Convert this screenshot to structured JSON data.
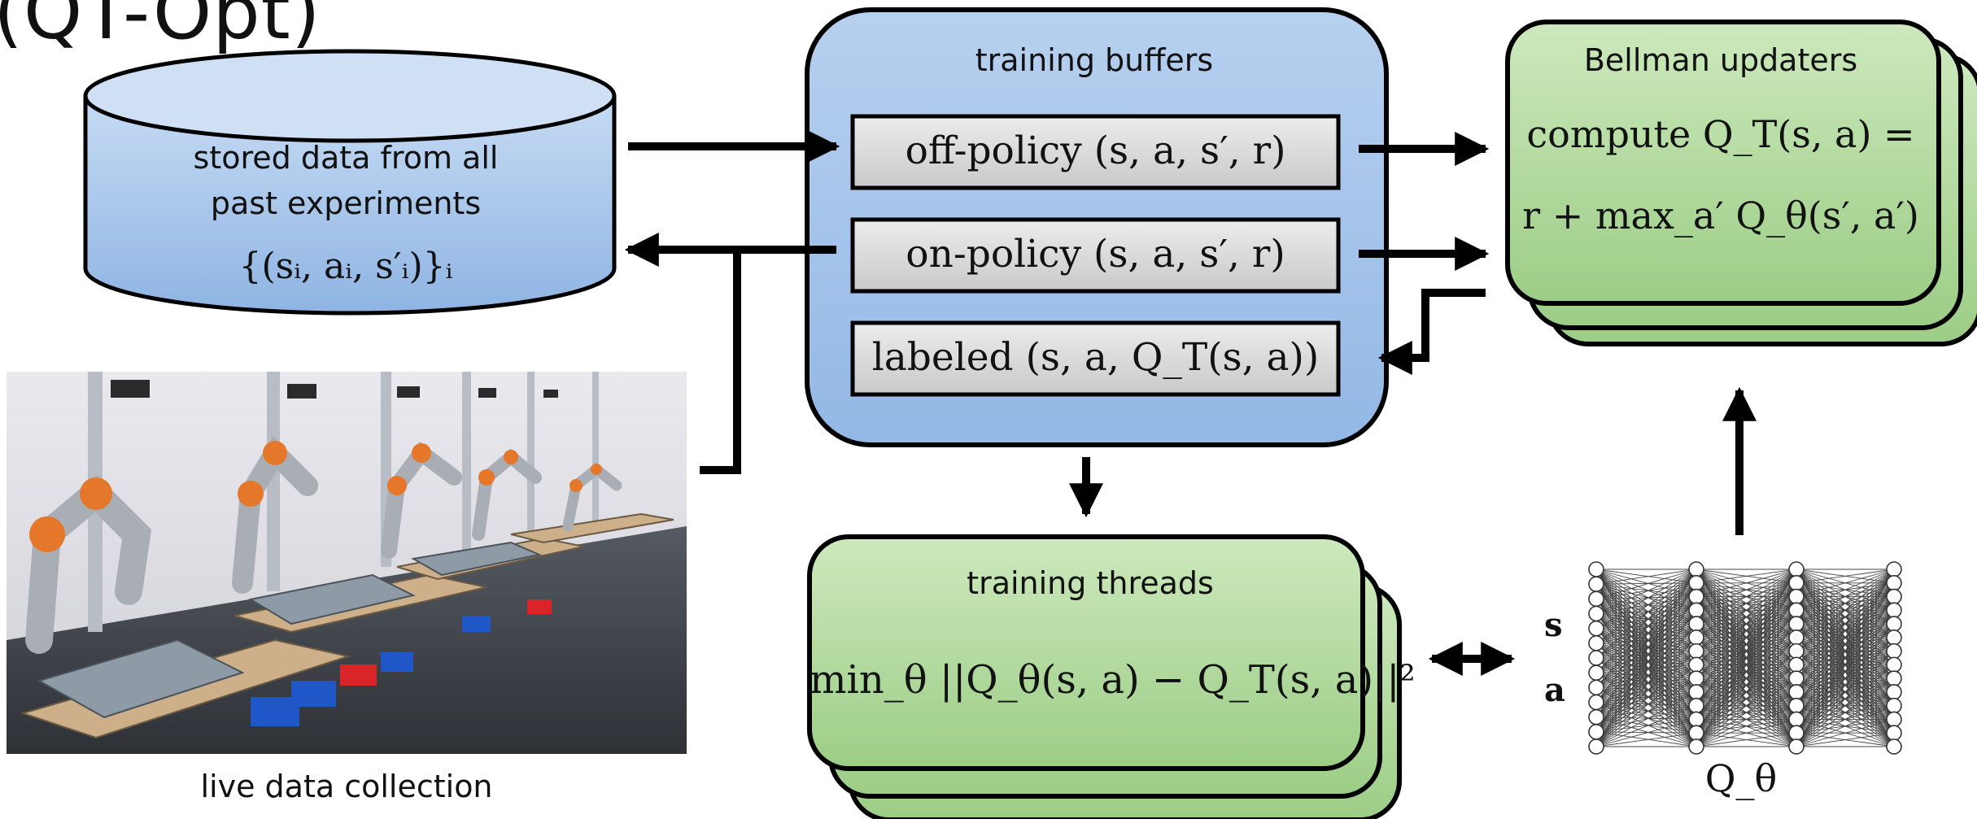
{
  "title_fragment": "(QT-Opt)",
  "storage": {
    "line1": "stored data from all",
    "line2": "past experiments",
    "formula": "{(sᵢ, aᵢ, s′ᵢ)}ᵢ"
  },
  "buffers": {
    "title": "training buffers",
    "rows": [
      {
        "label": "off-policy (s, a, s′, r)"
      },
      {
        "label": "on-policy (s, a, s′, r)"
      },
      {
        "label": "labeled (s, a, Q_T(s, a))"
      }
    ]
  },
  "bellman": {
    "title": "Bellman updaters",
    "line1": "compute Q_T(s, a) =",
    "line2": "r + max_a′ Q_θ(s′, a′)"
  },
  "threads": {
    "title": "training threads",
    "formula": "min_θ ||Q_θ(s, a) − Q_T(s, a)||²"
  },
  "photo": {
    "caption": "live data collection"
  },
  "network": {
    "input_s": "s",
    "input_a": "a",
    "label": "Q_θ"
  },
  "colors": {
    "blue_fill": "#a7c5ea",
    "blue_dark": "#8db2e2",
    "green_fill": "#b3dba0",
    "green_dark": "#9ccd86",
    "gray_box": "#d7d7d7",
    "stroke": "#000000"
  }
}
